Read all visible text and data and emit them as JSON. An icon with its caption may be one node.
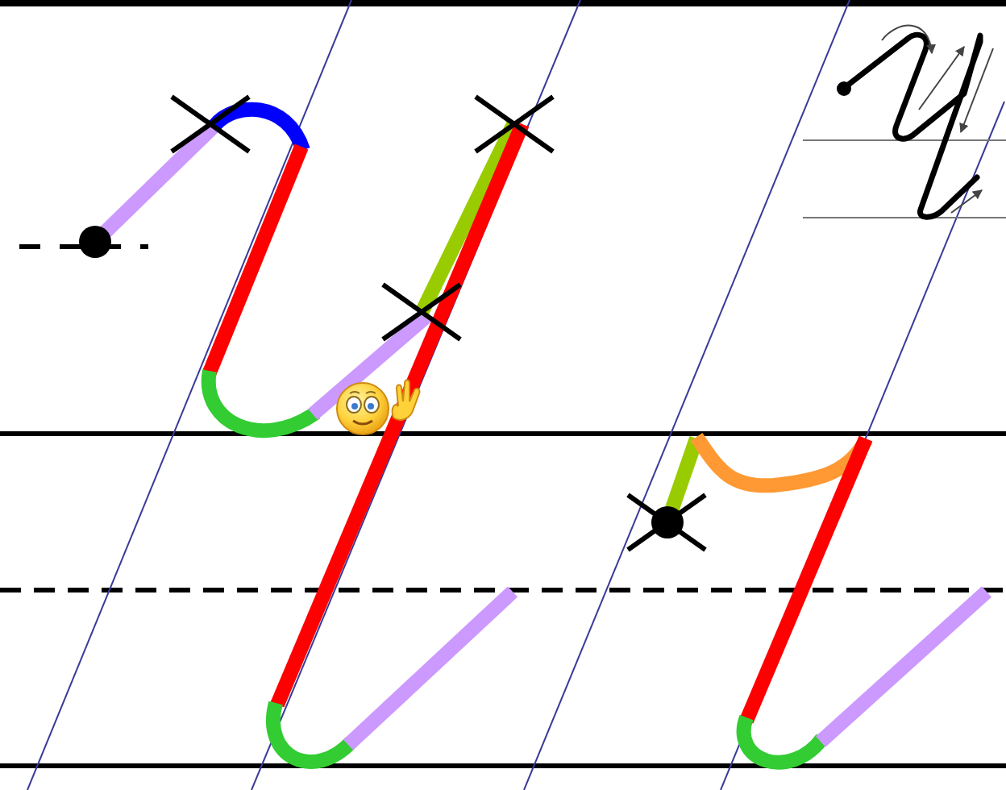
{
  "diagram": {
    "nodes": [
      {
        "text": [],
        "shape": "picture"
      },
      {
        "text": [],
        "shape": "picture",
        "in": 0
      }
    ]
  }
}
